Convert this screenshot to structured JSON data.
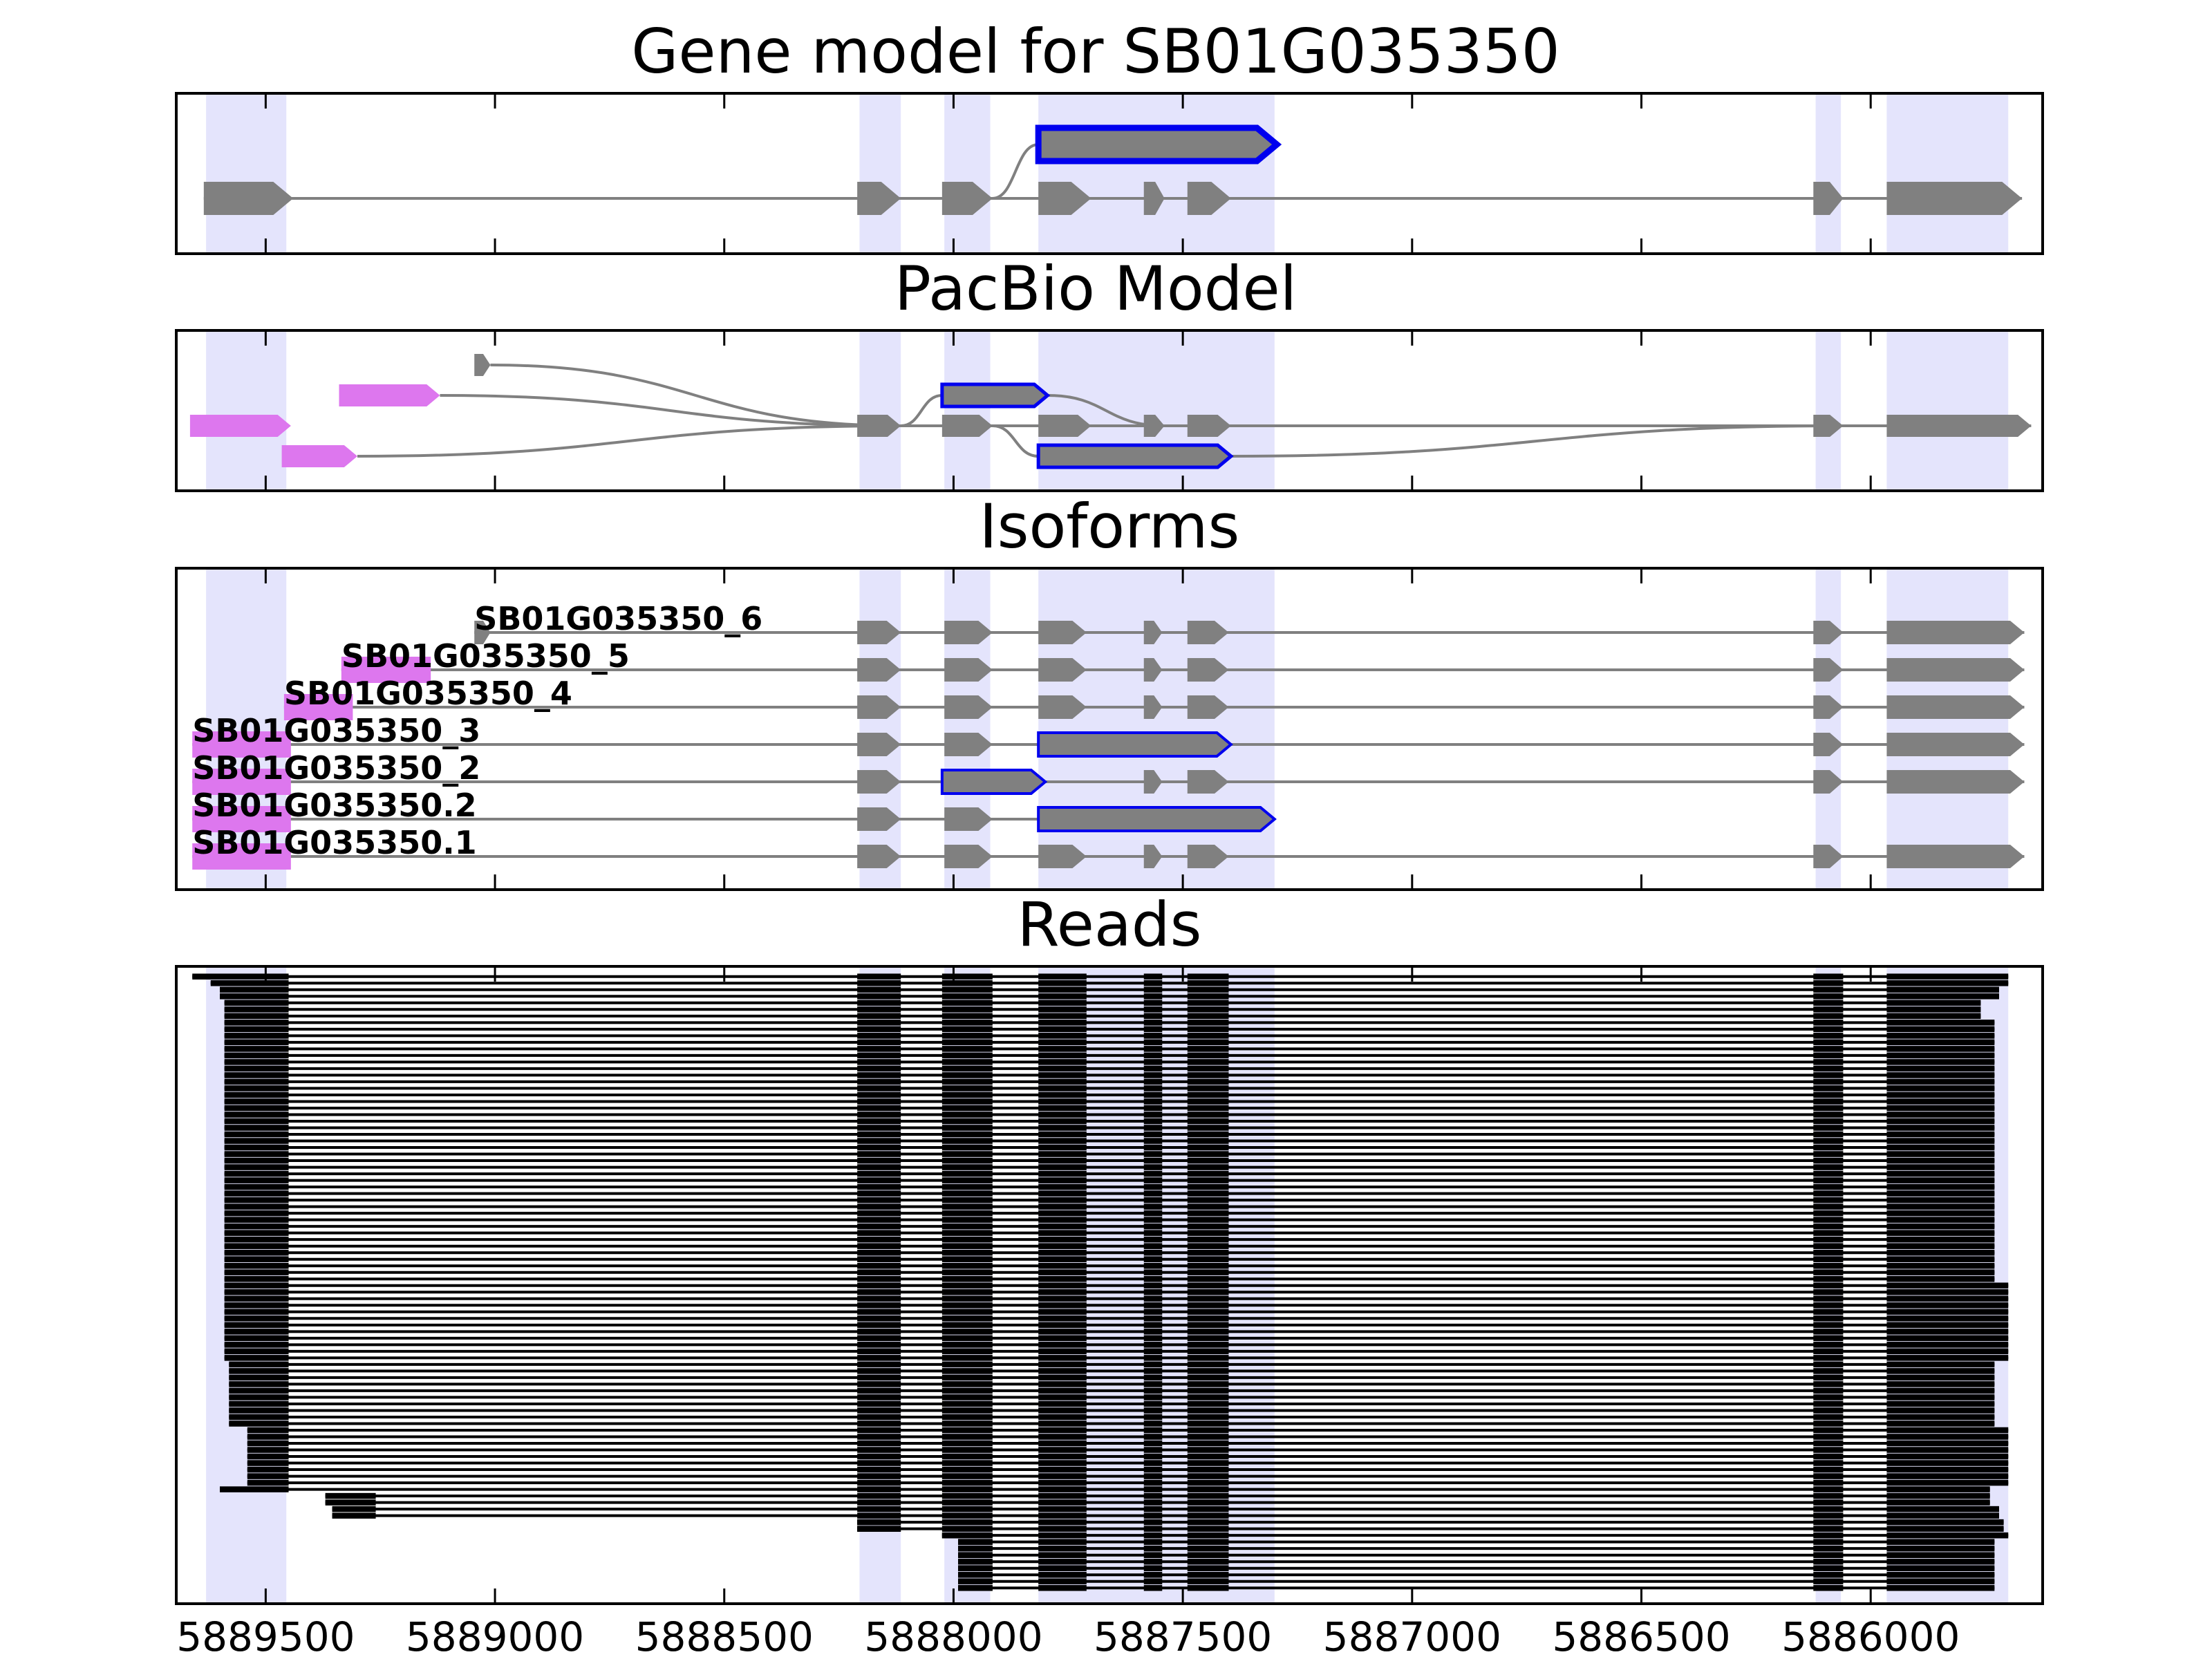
{
  "colors": {
    "exon": "#808080",
    "highlight": "#0000ee",
    "novel": "#dd77ee",
    "region": "#e4e4fc",
    "line": "#808080",
    "read": "#000000"
  },
  "chart_data": {
    "type": "gene-structure",
    "axis": {
      "reversed": true,
      "xlim": [
        5889695,
        5885625
      ],
      "ticks": [
        5889500,
        5889000,
        5888500,
        5888000,
        5887500,
        5887000,
        5886500,
        5886000
      ],
      "tick_labels": [
        "5889500",
        "5889000",
        "5888500",
        "5888000",
        "5887500",
        "5887000",
        "5886500",
        "5886000"
      ]
    },
    "highlight_regions": [
      [
        5889630,
        5889455
      ],
      [
        5888205,
        5888115
      ],
      [
        5888020,
        5887920
      ],
      [
        5887815,
        5887300
      ],
      [
        5886120,
        5886065
      ],
      [
        5885965,
        5885700
      ]
    ],
    "panels": [
      {
        "title": "Gene model for SB01G035350",
        "kind": "model",
        "transcripts": [
          {
            "row": 0,
            "exons": [
              [
                5889635,
                5889440
              ],
              [
                5888210,
                5888115
              ],
              [
                5888025,
                5887915
              ],
              [
                5887815,
                5887700
              ],
              [
                5887585,
                5887540
              ],
              [
                5887490,
                5887395
              ],
              [
                5886125,
                5886060
              ],
              [
                5885965,
                5885670
              ]
            ]
          },
          {
            "row": -1,
            "highlight": true,
            "from": 5887915,
            "exons": [
              [
                5887815,
                5887295
              ]
            ]
          }
        ]
      },
      {
        "title": "PacBio Model",
        "kind": "model",
        "transcripts": [
          {
            "row": 0,
            "exons": [
              [
                5888210,
                5888115
              ],
              [
                5888025,
                5887915
              ],
              [
                5887815,
                5887700
              ],
              [
                5887585,
                5887540
              ],
              [
                5887490,
                5887395
              ],
              [
                5886125,
                5886060
              ],
              [
                5885965,
                5885650
              ]
            ]
          },
          {
            "row": 0,
            "novel": true,
            "exons": [
              [
                5889665,
                5889445
              ]
            ]
          },
          {
            "row": -1,
            "novel": true,
            "to": 5888115,
            "exons": [
              [
                5889340,
                5889120
              ]
            ]
          },
          {
            "row": -2,
            "to": 5888115,
            "exons": [
              [
                5889045,
                5889010
              ]
            ]
          },
          {
            "row": 1,
            "novel": true,
            "to": 5888115,
            "exons": [
              [
                5889465,
                5889300
              ]
            ]
          },
          {
            "row": -1,
            "highlight": true,
            "from": 5888115,
            "to": 5887540,
            "exons": [
              [
                5888025,
                5887795
              ]
            ]
          },
          {
            "row": 1,
            "highlight": true,
            "from": 5887915,
            "to": 5886060,
            "exons": [
              [
                5887815,
                5887395
              ]
            ]
          }
        ]
      },
      {
        "title": "Isoforms",
        "kind": "isoforms",
        "isoforms": [
          {
            "label": "SB01G035350_6",
            "exons": [
              [
                5889045,
                5889010
              ],
              [
                5888210,
                5888115
              ],
              [
                5888020,
                5887915
              ],
              [
                5887815,
                5887710
              ],
              [
                5887585,
                5887545
              ],
              [
                5887490,
                5887400
              ],
              [
                5886125,
                5886060
              ],
              [
                5885965,
                5885665
              ]
            ]
          },
          {
            "label": "SB01G035350_5",
            "novel_exon": [
              5889335,
              5889140
            ],
            "exons": [
              [
                5888210,
                5888115
              ],
              [
                5888020,
                5887915
              ],
              [
                5887815,
                5887710
              ],
              [
                5887585,
                5887545
              ],
              [
                5887490,
                5887400
              ],
              [
                5886125,
                5886060
              ],
              [
                5885965,
                5885665
              ]
            ]
          },
          {
            "label": "SB01G035350_4",
            "novel_exon": [
              5889460,
              5889310
            ],
            "exons": [
              [
                5888210,
                5888115
              ],
              [
                5888020,
                5887915
              ],
              [
                5887815,
                5887710
              ],
              [
                5887585,
                5887545
              ],
              [
                5887490,
                5887400
              ],
              [
                5886125,
                5886060
              ],
              [
                5885965,
                5885665
              ]
            ]
          },
          {
            "label": "SB01G035350_3",
            "novel_exon": [
              5889660,
              5889445
            ],
            "highlight_exon": [
              5887815,
              5887395
            ],
            "exons": [
              [
                5888210,
                5888115
              ],
              [
                5888020,
                5887915
              ],
              [
                5886125,
                5886060
              ],
              [
                5885965,
                5885665
              ]
            ]
          },
          {
            "label": "SB01G035350_2",
            "novel_exon": [
              5889660,
              5889445
            ],
            "highlight_exon": [
              5888025,
              5887800
            ],
            "exons": [
              [
                5888210,
                5888115
              ],
              [
                5887585,
                5887545
              ],
              [
                5887490,
                5887400
              ],
              [
                5886125,
                5886060
              ],
              [
                5885965,
                5885665
              ]
            ]
          },
          {
            "label": "SB01G035350.2",
            "novel_exon": [
              5889660,
              5889445
            ],
            "highlight_exon": [
              5887815,
              5887300
            ],
            "exons": [
              [
                5888210,
                5888115
              ],
              [
                5888020,
                5887915
              ]
            ]
          },
          {
            "label": "SB01G035350.1",
            "novel_exon": [
              5889660,
              5889445
            ],
            "exons": [
              [
                5888210,
                5888115
              ],
              [
                5888020,
                5887915
              ],
              [
                5887815,
                5887710
              ],
              [
                5887585,
                5887545
              ],
              [
                5887490,
                5887400
              ],
              [
                5886125,
                5886060
              ],
              [
                5885965,
                5885665
              ]
            ]
          }
        ]
      },
      {
        "title": "Reads",
        "kind": "reads",
        "read_groups": [
          {
            "count": 1,
            "start": 5889660,
            "end": 5885700,
            "first_exon_end": 5889450,
            "last_exon_start": 5885965
          },
          {
            "count": 1,
            "start": 5889620,
            "end": 5885700,
            "first_exon_end": 5889450,
            "last_exon_start": 5885965
          },
          {
            "count": 2,
            "start": 5889600,
            "end": 5885720,
            "first_exon_end": 5889450,
            "last_exon_start": 5885965
          },
          {
            "count": 3,
            "start": 5889590,
            "end": 5885760,
            "first_exon_end": 5889450,
            "last_exon_start": 5885965
          },
          {
            "count": 40,
            "start": 5889590,
            "end": 5885730,
            "first_exon_end": 5889450,
            "last_exon_start": 5885965
          },
          {
            "count": 12,
            "start": 5889590,
            "end": 5885700,
            "first_exon_end": 5889450,
            "last_exon_start": 5885965
          },
          {
            "count": 10,
            "start": 5889580,
            "end": 5885730,
            "first_exon_end": 5889450,
            "last_exon_start": 5885965
          },
          {
            "count": 9,
            "start": 5889540,
            "end": 5885700,
            "first_exon_end": 5889450,
            "last_exon_start": 5885965
          },
          {
            "count": 1,
            "start": 5889600,
            "end": 5885740,
            "first_exon_end": 5889450,
            "last_exon_start": 5885965
          },
          {
            "count": 2,
            "start": 5889370,
            "end": 5885740,
            "first_exon_end": 5889260,
            "last_exon_start": 5885965
          },
          {
            "count": 2,
            "start": 5889355,
            "end": 5885720,
            "first_exon_end": 5889260,
            "last_exon_start": 5885965
          },
          {
            "count": 2,
            "start": 5888210,
            "end": 5885710,
            "first_exon_end": 5888115,
            "last_exon_start": 5885965
          },
          {
            "count": 1,
            "start": 5888025,
            "end": 5885700,
            "first_exon_end": 5887915,
            "last_exon_start": 5885965
          },
          {
            "count": 8,
            "start": 5887990,
            "end": 5885730,
            "first_exon_end": 5887915,
            "last_exon_start": 5885965
          }
        ],
        "exon_columns": [
          [
            5888210,
            5888115
          ],
          [
            5888025,
            5887915
          ],
          [
            5887815,
            5887710
          ],
          [
            5887585,
            5887545
          ],
          [
            5887490,
            5887400
          ],
          [
            5886125,
            5886060
          ]
        ]
      }
    ]
  }
}
